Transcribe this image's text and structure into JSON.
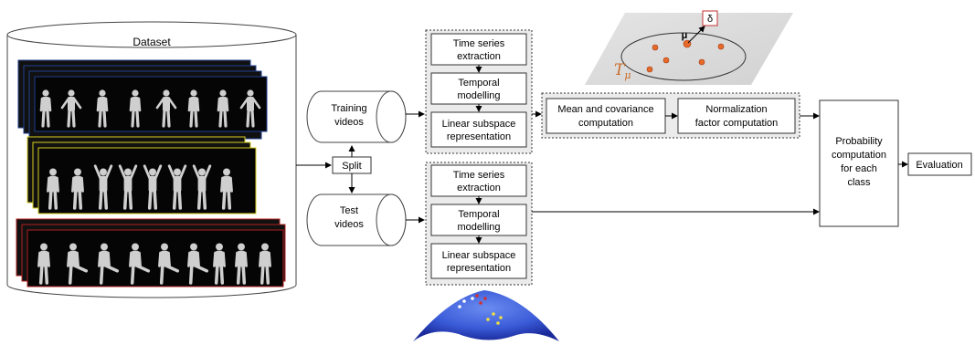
{
  "dataset": {
    "label": "Dataset"
  },
  "split": {
    "label": "Split"
  },
  "training_videos": {
    "line1": "Training",
    "line2": "videos"
  },
  "test_videos": {
    "line1": "Test",
    "line2": "videos"
  },
  "pipeline_training": {
    "step1_line1": "Time series",
    "step1_line2": "extraction",
    "step2_line1": "Temporal",
    "step2_line2": "modelling",
    "step3_line1": "Linear subspace",
    "step3_line2": "representation"
  },
  "pipeline_test": {
    "step1_line1": "Time series",
    "step1_line2": "extraction",
    "step2_line1": "Temporal",
    "step2_line2": "modelling",
    "step3_line1": "Linear subspace",
    "step3_line2": "representation"
  },
  "stats": {
    "mean_line1": "Mean and covariance",
    "mean_line2": "computation",
    "norm_line1": "Normalization",
    "norm_line2": "factor computation"
  },
  "probability": {
    "line1": "Probability",
    "line2": "computation",
    "line3": "for each",
    "line4": "class"
  },
  "evaluation": {
    "label": "Evaluation"
  },
  "tangent_plane": {
    "mu_label": "μ",
    "delta_label": "δ",
    "t_symbol": "T",
    "t_subscript": "μ"
  },
  "colors": {
    "frame_blue": "#1f3f8f",
    "frame_yellow": "#d8d020",
    "frame_red": "#b02020",
    "point_orange": "#e86a2a",
    "t_orange": "#c86a2a",
    "manifold_blue": "#3a5bd8"
  }
}
